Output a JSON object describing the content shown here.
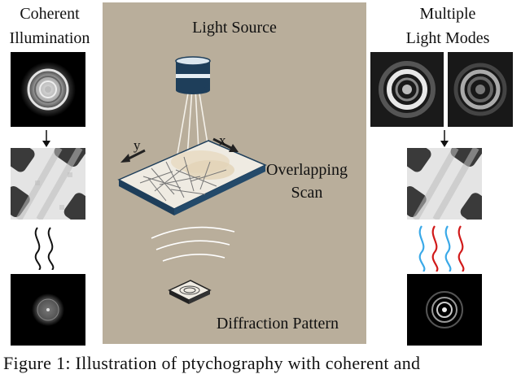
{
  "left": {
    "label_line1": "Coherent",
    "label_line2": "Illumination"
  },
  "right": {
    "label_line1": "Multiple",
    "label_line2": "Light Modes"
  },
  "center": {
    "light_source_label": "Light Source",
    "overlap_line1": "Overlapping",
    "overlap_line2": "Scan",
    "diffraction_label": "Diffraction Pattern",
    "axis_x": "x",
    "axis_y": "y"
  },
  "caption": "Figure 1: Illustration of ptychography with coherent and",
  "colors": {
    "panel_bg": "#b9ae9b",
    "lens_blue": "#1e3e5a",
    "wave_blue": "#3aa9e8",
    "wave_red": "#d11a1a"
  }
}
